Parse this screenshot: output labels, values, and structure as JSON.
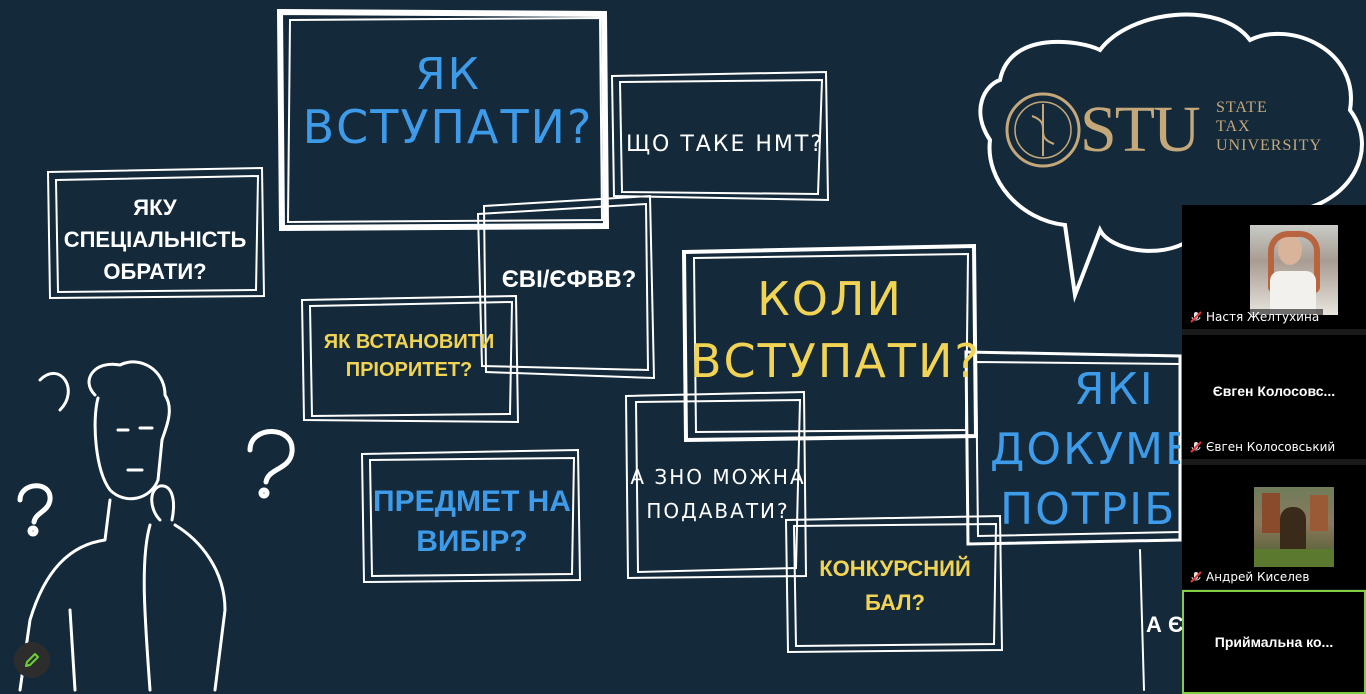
{
  "slide": {
    "q_how_to_enter_line1": "ЯК",
    "q_how_to_enter_line2": "ВСТУПАТИ?",
    "q_what_is_nmt": "ЩО ТАКЕ НМТ?",
    "q_which_specialty_line1": "ЯКУ",
    "q_which_specialty_line2": "СПЕЦІАЛЬНІСТЬ",
    "q_which_specialty_line3": "ОБРАТИ?",
    "q_evi": "ЄВІ/ЄФВВ?",
    "q_priority_line1": "ЯК ВСТАНОВИТИ",
    "q_priority_line2": "ПРІОРИТЕТ?",
    "q_when_line1": "КОЛИ",
    "q_when_line2": "ВСТУПАТИ?",
    "q_documents_line1": "ЯКІ",
    "q_documents_line2": "ДОКУМЕНТИ",
    "q_documents_line3": "ПОТРІБНІ",
    "q_subject_line1": "ПРЕДМЕТ НА",
    "q_subject_line2": "ВИБІР?",
    "q_zno_line1": "А ЗНО МОЖНА",
    "q_zno_line2": "ПОДАВАТИ?",
    "q_score_line1": "КОНКУРСНИЙ",
    "q_score_line2": "БАЛ?",
    "q_partial": "А Є",
    "logo": {
      "abbr": "STU",
      "line1": "STATE",
      "line2": "TAX",
      "line3": "UNIVERSITY"
    },
    "colors": {
      "background": "#14293a",
      "blue": "#3d9be9",
      "yellow": "#f2d454",
      "white": "#ffffff",
      "gold": "#c4a87a"
    }
  },
  "participants": [
    {
      "name": "Настя Желтухина",
      "video": true,
      "muted": true
    },
    {
      "name": "Євген Колосовський",
      "display": "Євген  Колосовс...",
      "video": false,
      "muted": true
    },
    {
      "name": "Андрей Киселев",
      "video": true,
      "muted": true
    },
    {
      "display": "Приймальна  ко...",
      "video": false
    }
  ],
  "toolbar": {
    "annotate_icon": "pencil-icon"
  }
}
